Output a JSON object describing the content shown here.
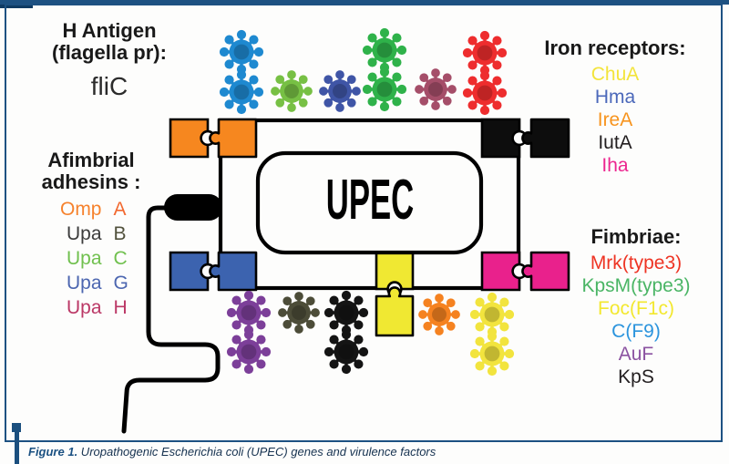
{
  "figure": {
    "caption_label": "Figure 1.",
    "caption_text": " Uropathogenic Escherichia coli (UPEC) genes and virulence factors"
  },
  "cell": {
    "label": "UPEC"
  },
  "h_antigen": {
    "title_line1": "H Antigen",
    "title_line2": "(flagella pr):",
    "gene": "fliC"
  },
  "iron_receptors": {
    "title": "Iron receptors:",
    "items": [
      {
        "label": "ChuA",
        "color": "#f3e43b"
      },
      {
        "label": "Hma",
        "color": "#4b68ba"
      },
      {
        "label": "IreA",
        "color": "#f7941e"
      },
      {
        "label": "IutA",
        "color": "#231f20"
      },
      {
        "label": "Iha",
        "color": "#ec268f"
      }
    ]
  },
  "afimbrial_adhesins": {
    "title_line1": "Afimbrial",
    "title_line2": "adhesins :",
    "items": [
      {
        "prefix": "Omp",
        "suffix": "A",
        "prefix_color": "#f6822d",
        "suffix_color": "#f26930"
      },
      {
        "prefix": "Upa",
        "suffix": "B",
        "prefix_color": "#3c3c3c",
        "suffix_color": "#51513c"
      },
      {
        "prefix": "Upa",
        "suffix": "C",
        "prefix_color": "#70c04e",
        "suffix_color": "#70c04e"
      },
      {
        "prefix": "Upa",
        "suffix": "G",
        "prefix_color": "#4c66b0",
        "suffix_color": "#4c66b0"
      },
      {
        "prefix": "Upa",
        "suffix": "H",
        "prefix_color": "#bb3866",
        "suffix_color": "#bb3866"
      }
    ]
  },
  "fimbriae": {
    "title": "Fimbriae:",
    "items": [
      {
        "label": "Mrk(type3)",
        "color": "#ee3424"
      },
      {
        "label": "KpsM(type3)",
        "color": "#4ab565"
      },
      {
        "label": "Foc(F1c)",
        "color": "#f3e82f"
      },
      {
        "label": "C(F9)",
        "color": "#2b94dd"
      },
      {
        "label": "AuF",
        "color": "#8b52a1"
      },
      {
        "label": "KpS",
        "color": "#231f20"
      }
    ]
  },
  "palette": {
    "accent_blue": "#1d5182",
    "puzzle_orange": "#f6871f",
    "puzzle_black": "#0d0d0d",
    "puzzle_blue": "#3c63af",
    "puzzle_magenta": "#e9218c",
    "puzzle_yellow": "#f0e832",
    "gear_blue": "#1e89d0",
    "gear_lightgreen": "#77c044",
    "gear_indigo": "#3f55a6",
    "gear_green": "#2fb24a",
    "gear_maroon": "#a54e69",
    "gear_red": "#ee2d2e",
    "gear_purple": "#7c3f99",
    "gear_olive": "#4c4c38",
    "gear_black": "#141414",
    "gear_orange": "#f58220",
    "gear_yellow": "#f2e43e"
  },
  "icons": {
    "gear": "virulence-factor-gear-icon",
    "puzzle": "adhesin-puzzle-piece-icon",
    "flagellum": "flagellum-icon"
  }
}
